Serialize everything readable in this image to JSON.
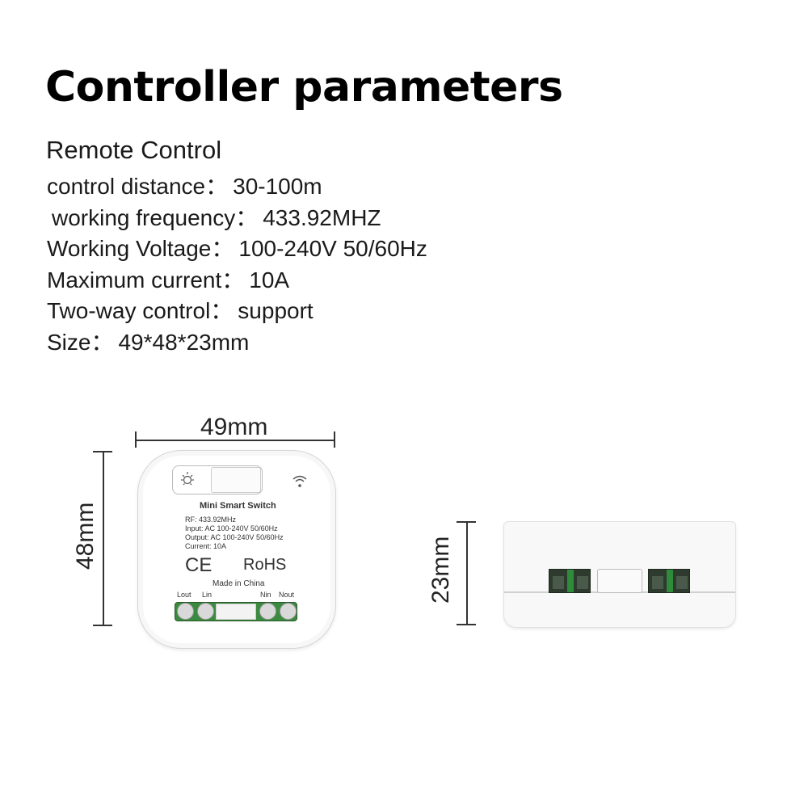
{
  "title": "Controller parameters",
  "subtitle": "Remote Control",
  "specs": [
    {
      "label": "control distance：",
      "value": "30-100m"
    },
    {
      "label": "working frequency：",
      "value": "433.92MHZ"
    },
    {
      "label": "Working Voltage：",
      "value": "100-240V 50/60Hz"
    },
    {
      "label": "Maximum current：",
      "value": "10A"
    },
    {
      "label": "Two-way control：",
      "value": "support"
    },
    {
      "label": "Size：",
      "value": "49*48*23mm"
    }
  ],
  "dimensions": {
    "width": "49mm",
    "height": "48mm",
    "depth": "23mm"
  },
  "device": {
    "name": "Mini Smart Switch",
    "rf": "RF: 433.92MHz",
    "input": "Input:  AC 100-240V  50/60Hz",
    "output": "Output:  AC 100-240V  50/60Hz",
    "current": "Current:  10A",
    "ce": "CE",
    "rohs": "RoHS",
    "made_in": "Made in China",
    "terminals": [
      "Lout",
      "Lin",
      "Nin",
      "Nout"
    ]
  },
  "colors": {
    "terminal_green": "#2e8b3a",
    "terminal_dark": "#2a3a2a"
  }
}
